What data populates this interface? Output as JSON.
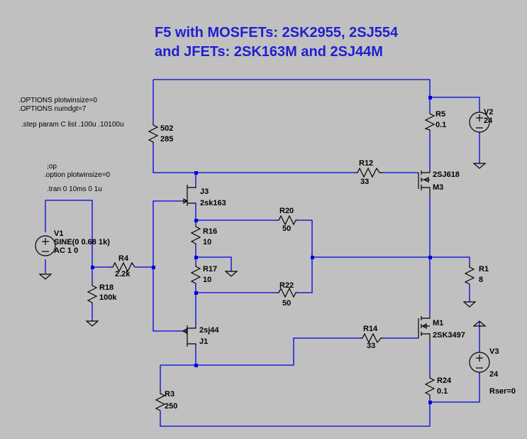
{
  "title": {
    "line1": "F5 with MOSFETs: 2SK2955, 2SJ554",
    "line2": "and JFETs: 2SK163M and 2SJ44M"
  },
  "directives": {
    "options_plotwinsize": ".OPTIONS plotwinsize=0",
    "options_numdgt": ".OPTIONS numdgt=7",
    "step": ".step param C list .100u .10100u",
    "op": ";op",
    "option_plotwinsize": ".option plotwinsize=0",
    "tran": ".tran 0 10ms 0 1u"
  },
  "components": {
    "r502": {
      "name": "502",
      "value": "285"
    },
    "r5": {
      "name": "R5",
      "value": "0.1"
    },
    "v2": {
      "name": "V2",
      "value": "24"
    },
    "r12": {
      "name": "R12",
      "value": "33"
    },
    "m3": {
      "name": "M3",
      "model": "2SJ618"
    },
    "j3": {
      "name": "J3",
      "model": "2sk163"
    },
    "v1": {
      "name": "V1",
      "value": "SINE(0 0.68 1k)",
      "ac": "AC 1 0"
    },
    "r4": {
      "name": "R4",
      "value": "2.2k"
    },
    "r18": {
      "name": "R18",
      "value": "100k"
    },
    "r20": {
      "name": "R20",
      "value": "50"
    },
    "r16": {
      "name": "R16",
      "value": "10"
    },
    "r17": {
      "name": "R17",
      "value": "10"
    },
    "r22": {
      "name": "R22",
      "value": "50"
    },
    "r1": {
      "name": "R1",
      "value": "8"
    },
    "m1": {
      "name": "M1",
      "model": "2SK3497"
    },
    "r14": {
      "name": "R14",
      "value": "33"
    },
    "j1": {
      "name": "J1",
      "model": "2sj44"
    },
    "v3": {
      "name": "V3",
      "value": "24",
      "extra": "Rser=0"
    },
    "r24": {
      "name": "R24",
      "value": "0.1"
    },
    "r3": {
      "name": "R3",
      "value": "250"
    }
  },
  "colors": {
    "wire": "#0000e0",
    "component": "#000000",
    "background": "#c0c0c0",
    "title": "#1f1fd0"
  }
}
